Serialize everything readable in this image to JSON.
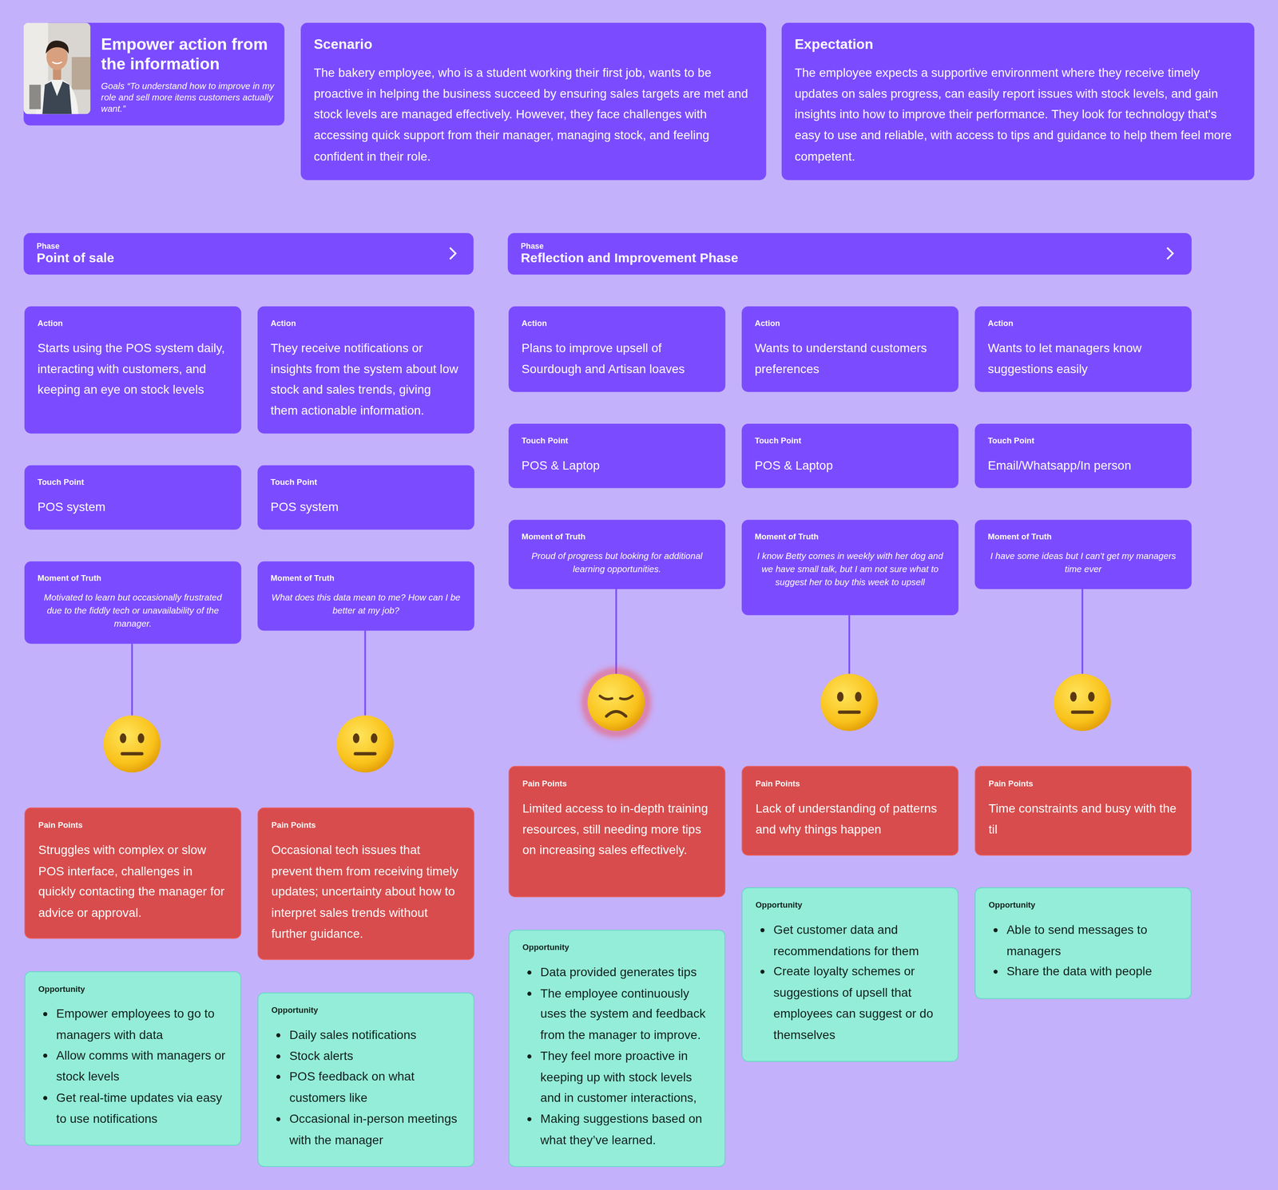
{
  "diagram": {
    "nodes": [
      {
        "text": [
          "Empower action from the information",
          "Goals “To understand how to improve in my role and sell more items customers actually want.”"
        ]
      },
      {
        "text": [
          "Scenario",
          "The bakery employee, who is a student working their first job, wants to be proactive in helping the business succeed by ensuring sales targets are met and stock levels are managed effectively. However, they face challenges with accessing quick support from their manager, managing stock, and feeling confident in their role."
        ]
      },
      {
        "text": [
          "Expectation",
          "The employee expects a supportive environment where they receive timely updates on sales progress, can easily report issues with stock levels, and gain insights into how to improve their performance. They look for technology that's easy to use and reliable, with access to tips and guidance to help them feel more competent."
        ]
      },
      {
        "text": [
          "Phase",
          "Point of sale"
        ]
      },
      {
        "text": [
          "Phase",
          "Reflection and Improvement Phase"
        ]
      },
      {
        "text": [
          "Action",
          "Starts using the POS system daily, interacting with customers, and keeping an eye on stock levels"
        ]
      },
      {
        "text": [
          "Action",
          "They receive notifications or insights from the system about low stock and sales trends, giving them actionable information."
        ]
      },
      {
        "text": [
          "Action",
          "Plans to improve upsell of Sourdough and Artisan loaves"
        ]
      },
      {
        "text": [
          "Action",
          "Wants to understand customers preferences"
        ]
      },
      {
        "text": [
          "Action",
          "Wants to let managers know suggestions easily"
        ]
      },
      {
        "text": [
          "Touch Point",
          "POS system"
        ]
      },
      {
        "text": [
          "Touch Point",
          "POS system"
        ]
      },
      {
        "text": [
          "Touch Point",
          "POS & Laptop"
        ]
      },
      {
        "text": [
          "Touch Point",
          "POS & Laptop"
        ]
      },
      {
        "text": [
          "Touch Point",
          "Email/Whatsapp/In person"
        ]
      },
      {
        "text": [
          "Moment of Truth",
          "Motivated to learn but occasionally frustrated due to the fiddly tech or unavailability of the manager."
        ]
      },
      {
        "text": [
          "Moment of Truth",
          "What does this data mean to me? How can I be better at my job?"
        ]
      },
      {
        "text": [
          "Moment of Truth",
          "Proud of progress but looking for additional learning opportunities."
        ]
      },
      {
        "text": [
          "Moment of Truth",
          "I know Betty comes in weekly with her dog and we have small talk, but I am not sure what to suggest her to buy this week to upsell"
        ]
      },
      {
        "text": [
          "Moment of Truth",
          "I have some ideas but I can't get my managers time ever"
        ]
      },
      {
        "text": [
          "Pain Points",
          "Struggles with complex or slow POS interface, challenges in quickly contacting the manager for advice or approval."
        ]
      },
      {
        "text": [
          "Pain Points",
          "Occasional tech issues that prevent them from receiving timely updates; uncertainty about how to interpret sales trends without further guidance."
        ]
      },
      {
        "text": [
          "Pain Points",
          "Limited access to in-depth training resources, still needing more tips on increasing sales effectively."
        ]
      },
      {
        "text": [
          "Pain Points",
          "Lack of understanding of patterns and why things happen"
        ]
      },
      {
        "text": [
          "Pain Points",
          "Time constraints and busy with the til"
        ]
      },
      {
        "text": [
          "Opportunity",
          "Empower employees to go to managers with data",
          "Allow comms with managers or stock levels",
          "Get real-time updates via easy to use notifications"
        ]
      },
      {
        "text": [
          "Opportunity",
          "Daily sales notifications",
          "Stock alerts",
          "POS feedback on what customers like",
          "Occasional in-person meetings with the manager"
        ]
      },
      {
        "text": [
          "Opportunity",
          "Data provided generates tips",
          "The employee continuously uses the system and feedback from the manager to improve.",
          "They feel more proactive in keeping up with stock levels and in customer interactions,",
          "Making suggestions based on what they’ve learned."
        ]
      },
      {
        "text": [
          "Opportunity",
          "Get customer data and recommendations for them",
          "Create loyalty schemes or suggestions of upsell that employees can suggest or do themselves"
        ]
      },
      {
        "text": [
          "Opportunity",
          "Able to send messages to managers",
          "Share the data with people"
        ]
      }
    ]
  }
}
